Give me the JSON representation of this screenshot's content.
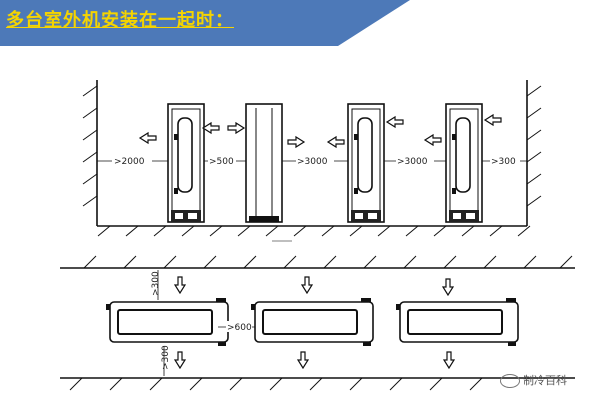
{
  "header": {
    "title": "多台室外机安装在一起时：",
    "banner_color": "#4d79b8",
    "title_color": "#f5d400"
  },
  "front_view": {
    "clearances": [
      ">2000",
      ">500",
      ">3000",
      ">3000",
      ">300"
    ]
  },
  "top_view": {
    "top_clearance": ">300",
    "bottom_clearance": ">300",
    "between_units": ">600"
  },
  "watermark": {
    "text": "制冷百科",
    "icon": "wechat-icon"
  }
}
